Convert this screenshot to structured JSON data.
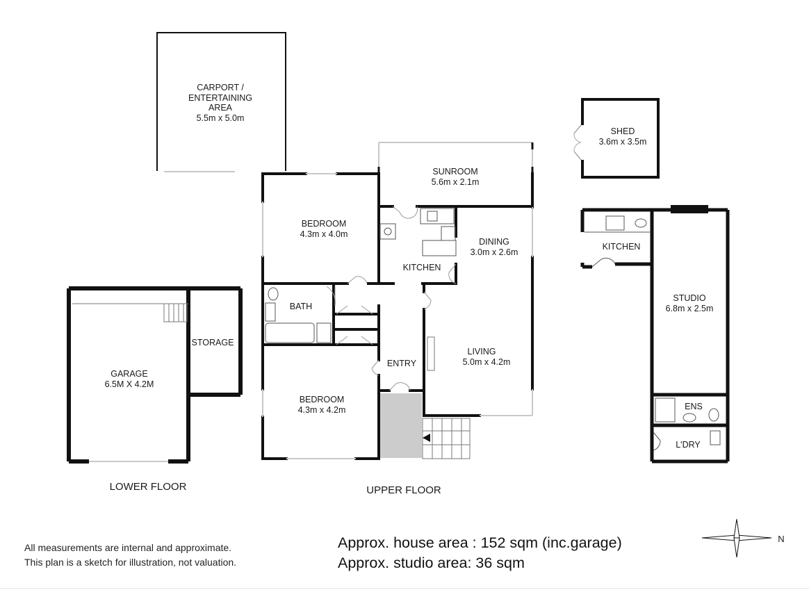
{
  "rooms": {
    "carport": {
      "name": "CARPORT /",
      "name2": "ENTERTAINING",
      "name3": "AREA",
      "size": "5.5m x 5.0m"
    },
    "shed": {
      "name": "SHED",
      "size": "3.6m x 3.5m"
    },
    "sunroom": {
      "name": "SUNROOM",
      "size": "5.6m x 2.1m"
    },
    "bedroom1": {
      "name": "BEDROOM",
      "size": "4.3m x 4.0m"
    },
    "dining": {
      "name": "DINING",
      "size": "3.0m x 2.6m"
    },
    "kitchen": {
      "name": "KITCHEN"
    },
    "studio_kitchen": {
      "name": "KITCHEN"
    },
    "bath": {
      "name": "BATH"
    },
    "storage": {
      "name": "STORAGE"
    },
    "garage": {
      "name": "GARAGE",
      "size": "6.5M X 4.2M"
    },
    "entry": {
      "name": "ENTRY"
    },
    "living": {
      "name": "LIVING",
      "size": "5.0m x 4.2m"
    },
    "bedroom2": {
      "name": "BEDROOM",
      "size": "4.3m x 4.2m"
    },
    "studio": {
      "name": "STUDIO",
      "size": "6.8m x 2.5m"
    },
    "ens": {
      "name": "ENS"
    },
    "laundry": {
      "name": "L'DRY"
    }
  },
  "floors": {
    "lower": "LOWER FLOOR",
    "upper": "UPPER FLOOR"
  },
  "disclaimer": {
    "line1": "All measurements are internal and approximate.",
    "line2": "This plan is a sketch for illustration, not valuation."
  },
  "areas": {
    "house": "Approx. house area : 152 sqm (inc.garage)",
    "studio": "Approx. studio area: 36 sqm"
  },
  "compass": {
    "label": "N"
  },
  "colors": {
    "wall": "#111111",
    "stair_fill": "#cccccc",
    "window": "#c8c8c8"
  }
}
